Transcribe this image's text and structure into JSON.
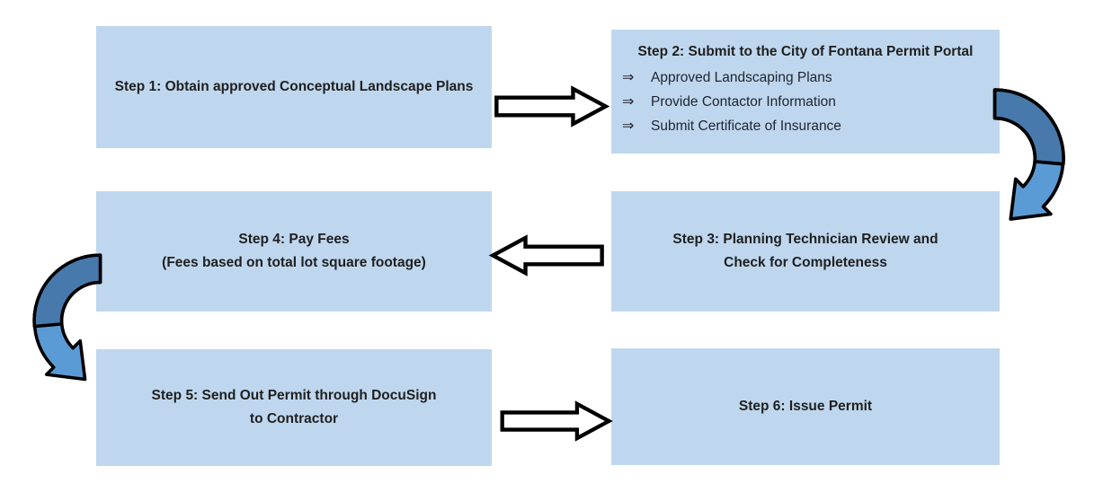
{
  "colors": {
    "background": "#ffffff",
    "box_fill": "#bfd7ee",
    "text": "#1f1f1f",
    "straight_arrow_fill": "#ffffff",
    "arrow_outline": "#000000",
    "curved_arrow_top": "#4879ac",
    "curved_arrow_bottom": "#5b9bd5"
  },
  "steps": {
    "step1": {
      "line1": "Step 1: Obtain approved Conceptual Landscape Plans"
    },
    "step2": {
      "title": "Step 2: Submit to the City of Fontana Permit Portal",
      "bullet_glyph": "⇒",
      "bullets": [
        "Approved Landscaping Plans",
        "Provide Contactor Information",
        "Submit Certificate of Insurance"
      ]
    },
    "step3": {
      "line1": "Step 3: Planning Technician Review and",
      "line2": "Check for Completeness"
    },
    "step4": {
      "line1": "Step 4: Pay Fees",
      "line2": "(Fees based on total lot square footage)"
    },
    "step5": {
      "line1": "Step 5: Send Out Permit through DocuSign",
      "line2": "to Contractor"
    },
    "step6": {
      "line1": "Step 6: Issue Permit"
    }
  },
  "connections": [
    {
      "from": "step1",
      "to": "step2",
      "style": "straight-outline",
      "direction": "right"
    },
    {
      "from": "step2",
      "to": "step3",
      "style": "curved-blue",
      "direction": "down"
    },
    {
      "from": "step3",
      "to": "step4",
      "style": "straight-outline",
      "direction": "left"
    },
    {
      "from": "step4",
      "to": "step5",
      "style": "curved-blue",
      "direction": "down"
    },
    {
      "from": "step5",
      "to": "step6",
      "style": "straight-outline",
      "direction": "right"
    }
  ]
}
